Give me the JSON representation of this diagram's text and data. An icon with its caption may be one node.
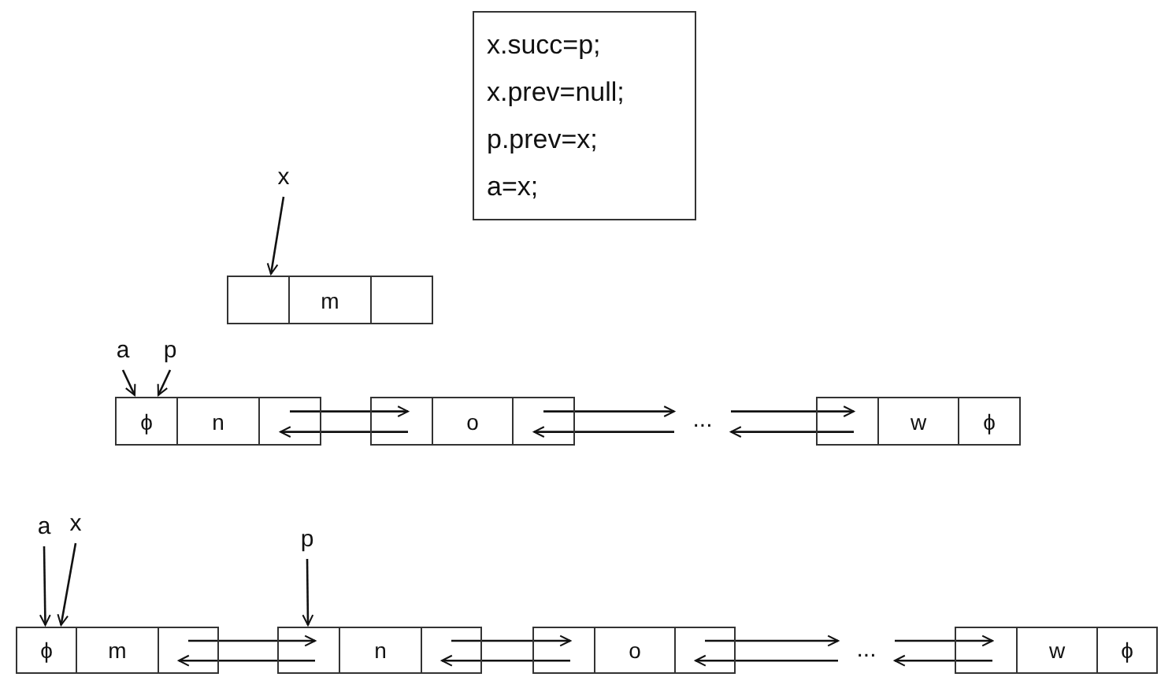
{
  "diagram": {
    "nodes": [
      {
        "text": [
          "x.succ=p;",
          "x.prev=null;",
          "p.prev=x;",
          "a=x;"
        ]
      },
      {
        "text": [
          "x"
        ]
      },
      {
        "text": [],
        "shape": "box"
      },
      {
        "text": [
          "m"
        ]
      },
      {
        "text": [],
        "shape": "box"
      },
      {
        "text": [
          "a"
        ]
      },
      {
        "text": [
          "p"
        ]
      },
      {
        "text": [
          "ϕ"
        ]
      },
      {
        "text": [
          "n"
        ]
      },
      {
        "text": [],
        "shape": "box"
      },
      {
        "text": [],
        "shape": "box"
      },
      {
        "text": [
          "o"
        ]
      },
      {
        "text": [],
        "shape": "box"
      },
      {
        "text": [
          "..."
        ]
      },
      {
        "text": [],
        "shape": "box"
      },
      {
        "text": [
          "w"
        ]
      },
      {
        "text": [
          "ϕ"
        ]
      },
      {
        "text": [
          "a"
        ]
      },
      {
        "text": [
          "x"
        ]
      },
      {
        "text": [
          "p"
        ]
      },
      {
        "text": [
          "ϕ"
        ]
      },
      {
        "text": [
          "m"
        ]
      },
      {
        "text": [],
        "shape": "box"
      },
      {
        "text": [],
        "shape": "box"
      },
      {
        "text": [
          "n"
        ]
      },
      {
        "text": [],
        "shape": "box"
      },
      {
        "text": [],
        "shape": "box"
      },
      {
        "text": [
          "o"
        ]
      },
      {
        "text": [],
        "shape": "box"
      },
      {
        "text": [
          "..."
        ]
      },
      {
        "text": [],
        "shape": "box"
      },
      {
        "text": [
          "w"
        ]
      },
      {
        "text": [
          "ϕ"
        ]
      }
    ],
    "edges": [
      {
        "from": 1,
        "to": 2,
        "arrow": "to"
      },
      {
        "from": 5,
        "to": 7,
        "arrow": "to"
      },
      {
        "from": 6,
        "to": 7,
        "arrow": "to"
      },
      {
        "from": 9,
        "to": 10,
        "arrow": "to"
      },
      {
        "from": 10,
        "to": 9,
        "arrow": "to"
      },
      {
        "from": 12,
        "to": 13,
        "arrow": "to"
      },
      {
        "from": 13,
        "to": 12,
        "arrow": "to"
      },
      {
        "from": 13,
        "to": 14,
        "arrow": "to"
      },
      {
        "from": 14,
        "to": 13,
        "arrow": "to"
      },
      {
        "from": 17,
        "to": 20,
        "arrow": "to"
      },
      {
        "from": 18,
        "to": 20,
        "arrow": "to"
      },
      {
        "from": 19,
        "to": 23,
        "arrow": "to"
      },
      {
        "from": 22,
        "to": 23,
        "arrow": "to"
      },
      {
        "from": 23,
        "to": 22,
        "arrow": "to"
      },
      {
        "from": 25,
        "to": 26,
        "arrow": "to"
      },
      {
        "from": 26,
        "to": 25,
        "arrow": "to"
      },
      {
        "from": 28,
        "to": 29,
        "arrow": "to"
      },
      {
        "from": 29,
        "to": 28,
        "arrow": "to"
      },
      {
        "from": 29,
        "to": 30,
        "arrow": "to"
      },
      {
        "from": 30,
        "to": 29,
        "arrow": "to"
      }
    ]
  }
}
